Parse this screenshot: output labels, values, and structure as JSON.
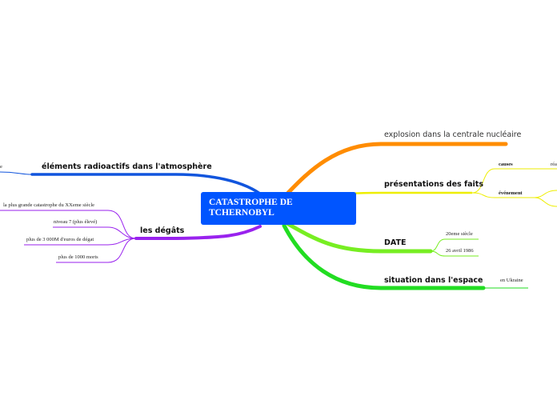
{
  "central": {
    "line1": "CATASTROPHE DE",
    "line2": "TCHERNOBYL"
  },
  "branches": {
    "explosion": "explosion dans la centrale nucléaire",
    "presentation": "présentations des faits",
    "causes": "causes",
    "causes_child": "réa",
    "evenement": "événement",
    "date": "DATE",
    "date_century": "20eme siècle",
    "date_day": "26 avril 1986",
    "situation": "situation dans l'espace",
    "situation_child": "en Ukraine",
    "elements": "éléments radioactifs dans l'atmosphère",
    "elements_child": "e",
    "degats": "les dégâts",
    "degats_1": "la plus grande catastrophe du XXeme siècle",
    "degats_2": "niveau 7 (plus élevé)",
    "degats_3": "plus de 3 000M d'euros de dégat",
    "degats_4": "plus de 1000 morts"
  },
  "colors": {
    "central": "#0055ff",
    "explosion": "#ff8c00",
    "presentation": "#e6e600",
    "date": "#77ee22",
    "situation": "#22dd22",
    "elements": "#1155dd",
    "degats": "#9922ee"
  }
}
